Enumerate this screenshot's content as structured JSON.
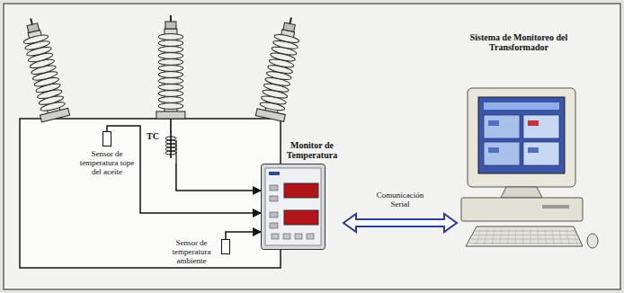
{
  "diagram": {
    "nodes": [
      {
        "text": [
          "Sensor de temperatura tope del aceite"
        ]
      },
      {
        "text": [
          "TC"
        ]
      },
      {
        "text": [
          "Sensor de temperatura ambiente"
        ]
      },
      {
        "text": [
          "Monitor de Temperatura"
        ]
      },
      {
        "text": [
          "Sistema de Monitoreo del Transformador"
        ]
      }
    ],
    "edges": [
      {
        "from": 0,
        "to": 3,
        "arrow": "to"
      },
      {
        "from": 1,
        "to": 3,
        "arrow": "to"
      },
      {
        "from": 2,
        "to": 3,
        "arrow": "to"
      },
      {
        "from": 3,
        "to": 4,
        "arrow": "both",
        "label": "Comunicación Serial"
      }
    ]
  }
}
